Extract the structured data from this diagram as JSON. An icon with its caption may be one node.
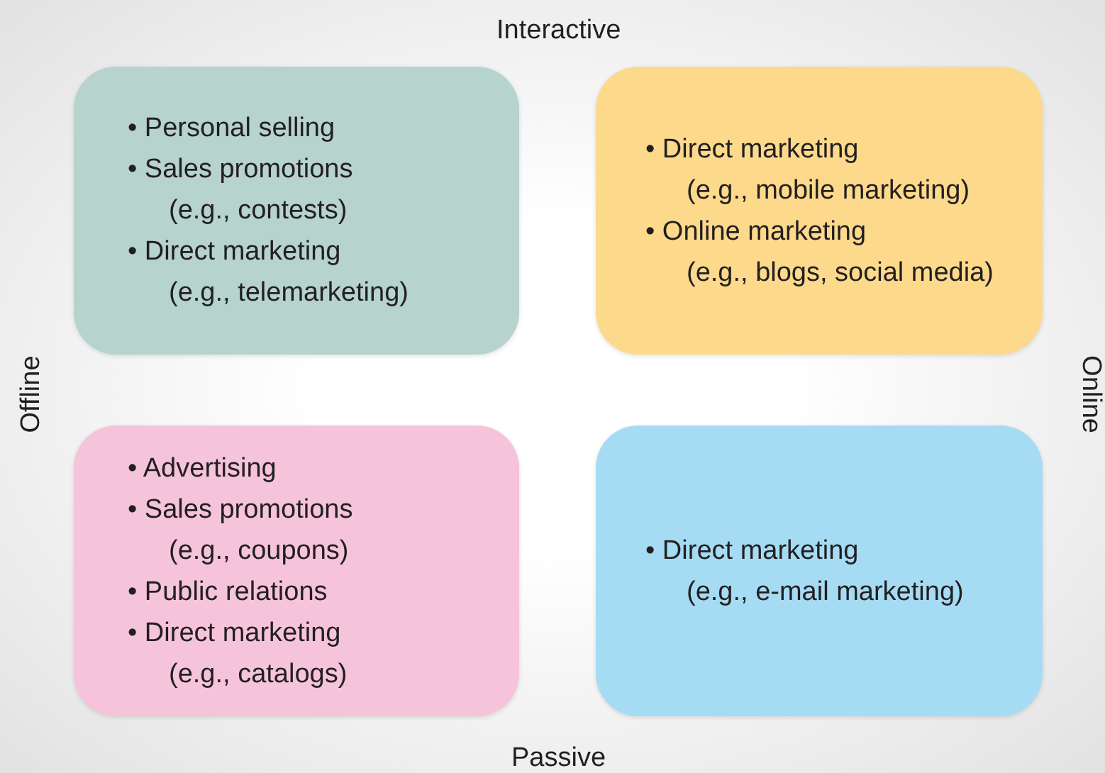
{
  "diagram": {
    "nodes": [
      {
        "text": [
          "• Personal selling",
          "• Sales promotions",
          "(e.g., contests)",
          "• Direct marketing",
          "(e.g., telemarketing)"
        ]
      },
      {
        "text": [
          "• Direct marketing",
          "(e.g., mobile marketing)",
          "• Online marketing",
          "(e.g., blogs, social media)"
        ]
      },
      {
        "text": [
          "• Advertising",
          "• Sales promotions",
          "(e.g., coupons)",
          "• Public relations",
          "• Direct marketing",
          "(e.g., catalogs)"
        ]
      },
      {
        "text": [
          "• Direct marketing",
          "(e.g., e-mail marketing)"
        ]
      }
    ],
    "labels": [
      "Interactive",
      "Offline",
      "Online",
      "Passive"
    ]
  }
}
